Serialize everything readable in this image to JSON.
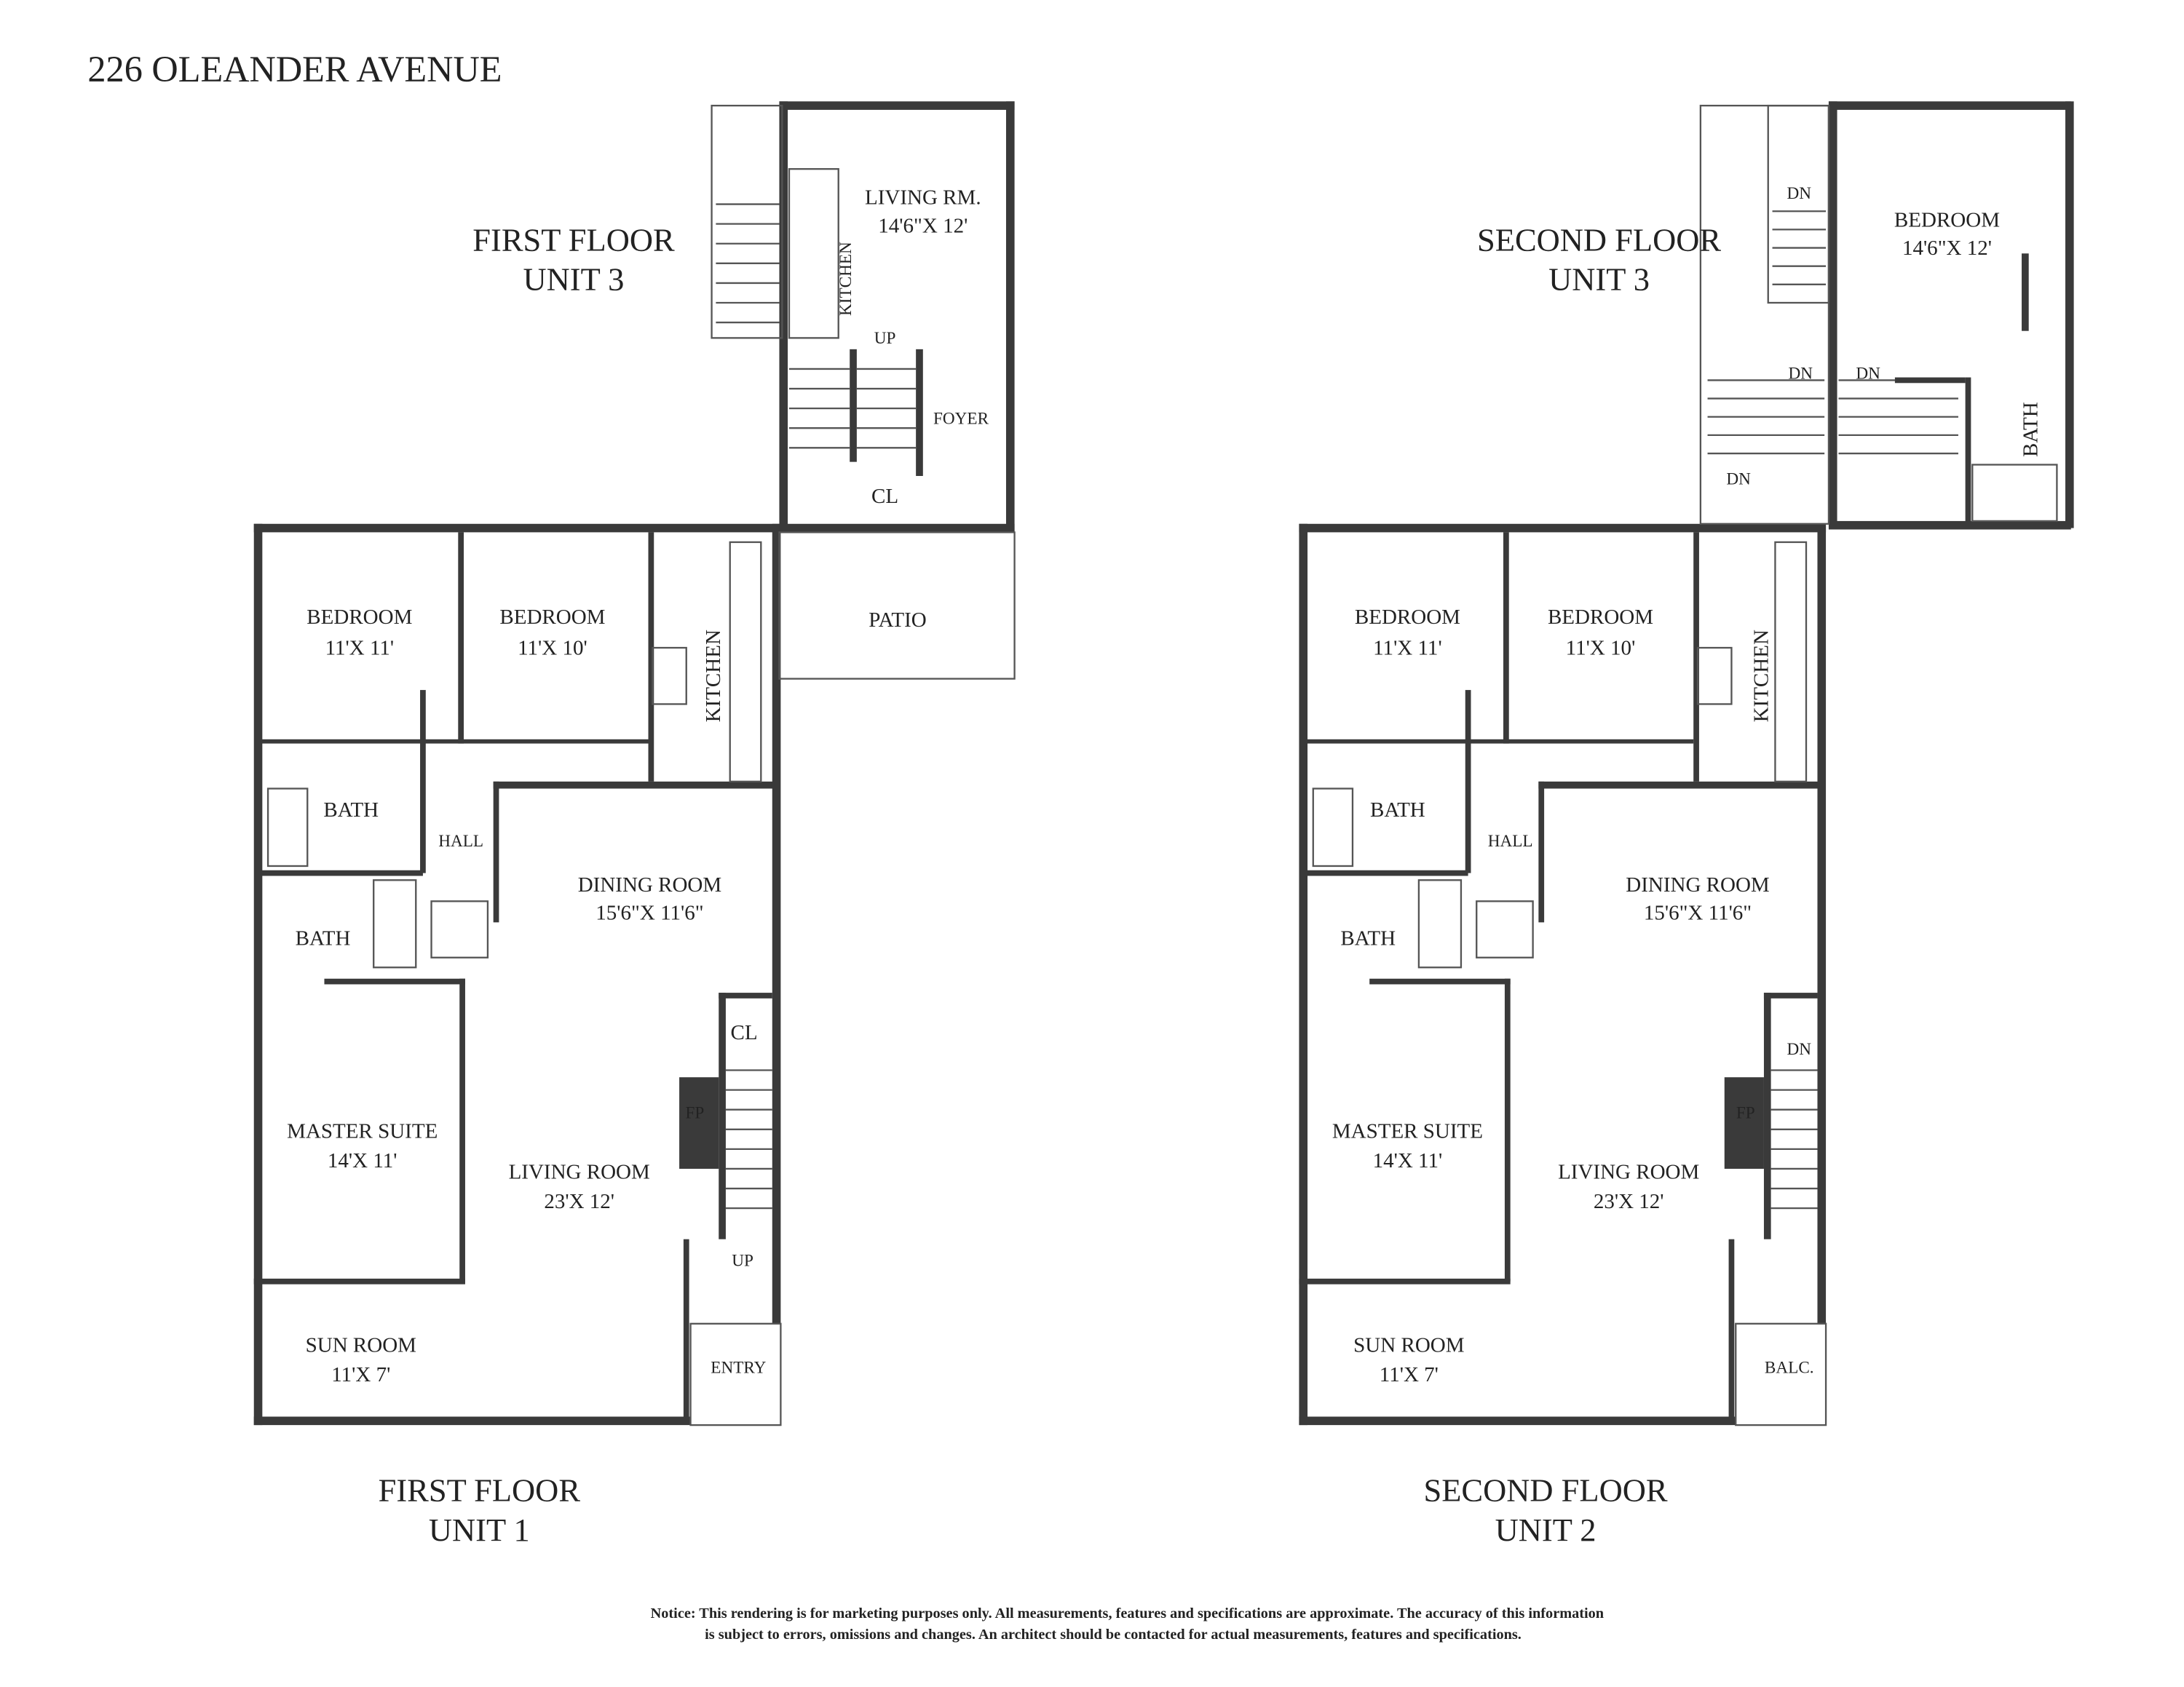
{
  "title": "226 OLEANDER AVENUE",
  "floor_titles": {
    "first_unit3": [
      "FIRST FLOOR",
      "UNIT 3"
    ],
    "second_unit3": [
      "SECOND FLOOR",
      "UNIT 3"
    ],
    "first_unit1": [
      "FIRST FLOOR",
      "UNIT 1"
    ],
    "second_unit2": [
      "SECOND FLOOR",
      "UNIT 2"
    ]
  },
  "unit3_first": {
    "living": [
      "LIVING RM.",
      "14'6\"X 12'"
    ],
    "kitchen": "KITCHEN",
    "up": "UP",
    "foyer": "FOYER",
    "closet": "CL",
    "patio": "PATIO"
  },
  "unit3_second": {
    "bedroom": [
      "BEDROOM",
      "14'6\"X 12'"
    ],
    "bath": "BATH",
    "dn": "DN"
  },
  "unit1": {
    "bedroom1": [
      "BEDROOM",
      "11'X 11'"
    ],
    "bedroom2": [
      "BEDROOM",
      "11'X 10'"
    ],
    "kitchen": "KITCHEN",
    "bath1": "BATH",
    "hall": "HALL",
    "bath2": "BATH",
    "dining": [
      "DINING ROOM",
      "15'6\"X 11'6\""
    ],
    "closet": "CL",
    "fireplace": "FP",
    "master": [
      "MASTER SUITE",
      "14'X 11'"
    ],
    "living": [
      "LIVING ROOM",
      "23'X 12'"
    ],
    "up": "UP",
    "sunroom": [
      "SUN ROOM",
      "11'X 7'"
    ],
    "entry": "ENTRY"
  },
  "unit2": {
    "bedroom1": [
      "BEDROOM",
      "11'X 11'"
    ],
    "bedroom2": [
      "BEDROOM",
      "11'X 10'"
    ],
    "kitchen": "KITCHEN",
    "bath1": "BATH",
    "hall": "HALL",
    "bath2": "BATH",
    "dining": [
      "DINING ROOM",
      "15'6\"X 11'6\""
    ],
    "dn": "DN",
    "fireplace": "FP",
    "master": [
      "MASTER SUITE",
      "14'X 11'"
    ],
    "living": [
      "LIVING ROOM",
      "23'X 12'"
    ],
    "sunroom": [
      "SUN ROOM",
      "11'X 7'"
    ],
    "balcony": "BALC."
  },
  "notice": [
    "Notice: This rendering is for marketing purposes only. All measurements, features and specifications are approximate. The accuracy of this information",
    "is subject to errors, omissions and changes. An architect should be contacted for actual measurements, features and specifications."
  ]
}
